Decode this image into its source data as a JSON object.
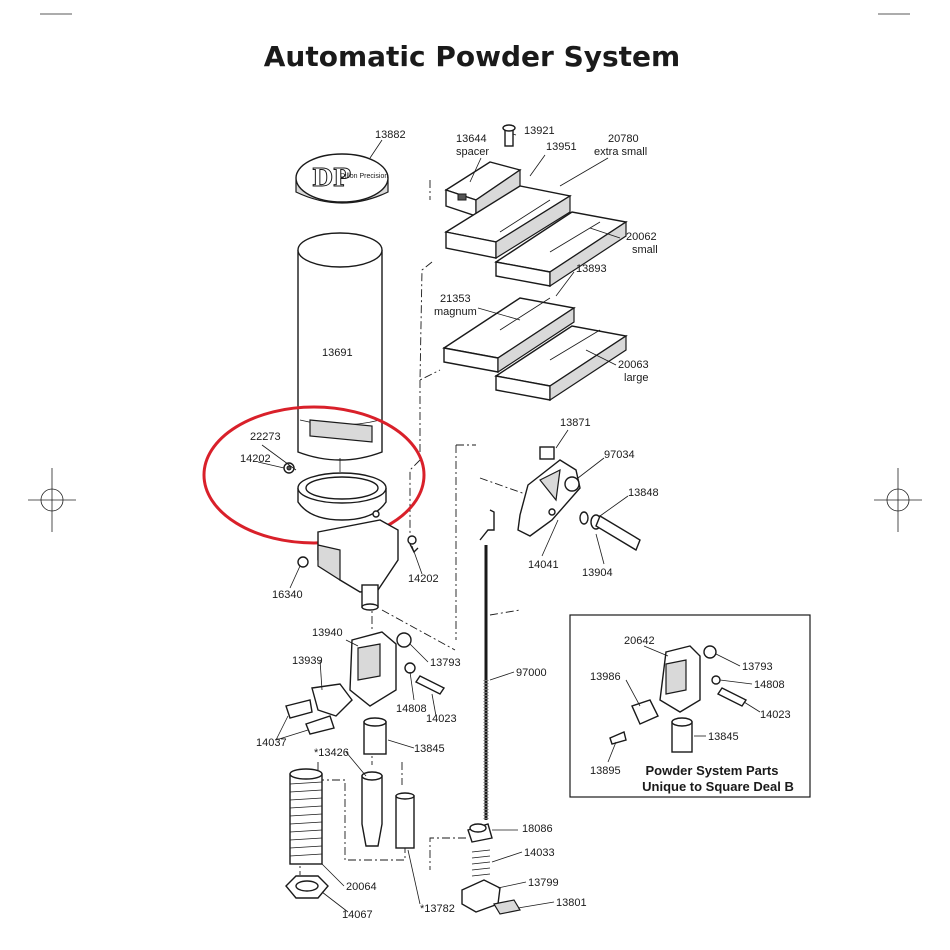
{
  "title": "Automatic Powder System",
  "highlight_color": "#d9202a",
  "brand_lettering": "Dillon Precision",
  "labels": {
    "p13882": "13882",
    "p13644": "13644",
    "p13644_note": "spacer",
    "p13921": "13921",
    "p13951": "13951",
    "p20780": "20780",
    "p20780_note": "extra small",
    "p20062": "20062",
    "p20062_note": "small",
    "p13893": "13893",
    "p21353": "21353",
    "p21353_note": "magnum",
    "p20063": "20063",
    "p20063_note": "large",
    "p13691": "13691",
    "p22273": "22273",
    "p14202a": "14202",
    "p14202b": "14202",
    "p16340": "16340",
    "p13871": "13871",
    "p97034": "97034",
    "p13848": "13848",
    "p14041": "14041",
    "p13904": "13904",
    "p13940": "13940",
    "p13939": "13939",
    "p13793": "13793",
    "p14808": "14808",
    "p14023": "14023",
    "p14037": "14037",
    "p13426": "*13426",
    "p13845": "13845",
    "p97000": "97000",
    "p20064": "20064",
    "p14067": "14067",
    "p13782": "*13782",
    "p18086": "18086",
    "p14033": "14033",
    "p13799": "13799",
    "p13801": "13801"
  },
  "inset": {
    "title_line1": "Powder System Parts",
    "title_line2": "Unique to Square Deal B",
    "p20642": "20642",
    "p13793": "13793",
    "p13986": "13986",
    "p14808": "14808",
    "p14023": "14023",
    "p13845": "13845",
    "p13895": "13895"
  }
}
